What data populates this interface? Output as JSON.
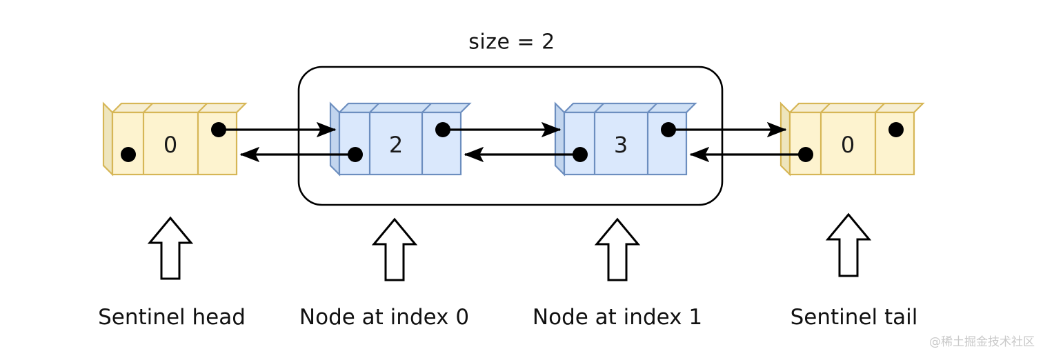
{
  "diagram": {
    "title": "size = 2",
    "watermark": "@稀土掘金技术社区",
    "colors": {
      "yellow_front": "#fdf3cf",
      "yellow_top": "#f6eed3",
      "yellow_side": "#eee5bd",
      "yellow_border": "#d6b656",
      "blue_front": "#dae8fc",
      "blue_top": "#cfe0f5",
      "blue_side": "#c2d5ee",
      "blue_border": "#6c8ebf",
      "line": "#000000",
      "watermark": "#c9c9c9"
    },
    "nodes": [
      {
        "id": "sentinel-head",
        "value": "0",
        "kind": "sentinel",
        "caption": "Sentinel head",
        "has_prev_pointer": true,
        "has_next_pointer": true
      },
      {
        "id": "node-index-0",
        "value": "2",
        "kind": "data",
        "caption": "Node at index 0",
        "has_prev_pointer": true,
        "has_next_pointer": true
      },
      {
        "id": "node-index-1",
        "value": "3",
        "kind": "data",
        "caption": "Node at index 1",
        "has_prev_pointer": true,
        "has_next_pointer": true
      },
      {
        "id": "sentinel-tail",
        "value": "0",
        "kind": "sentinel",
        "caption": "Sentinel tail",
        "has_prev_pointer": true,
        "has_next_pointer": true
      }
    ],
    "links": [
      {
        "from": "sentinel-head",
        "to": "node-index-0",
        "direction": "next"
      },
      {
        "from": "node-index-0",
        "to": "sentinel-head",
        "direction": "prev"
      },
      {
        "from": "node-index-0",
        "to": "node-index-1",
        "direction": "next"
      },
      {
        "from": "node-index-1",
        "to": "node-index-0",
        "direction": "prev"
      },
      {
        "from": "node-index-1",
        "to": "sentinel-tail",
        "direction": "next"
      },
      {
        "from": "sentinel-tail",
        "to": "node-index-1",
        "direction": "prev"
      }
    ],
    "group": {
      "label": "size = 2",
      "contains": [
        "node-index-0",
        "node-index-1"
      ]
    }
  }
}
